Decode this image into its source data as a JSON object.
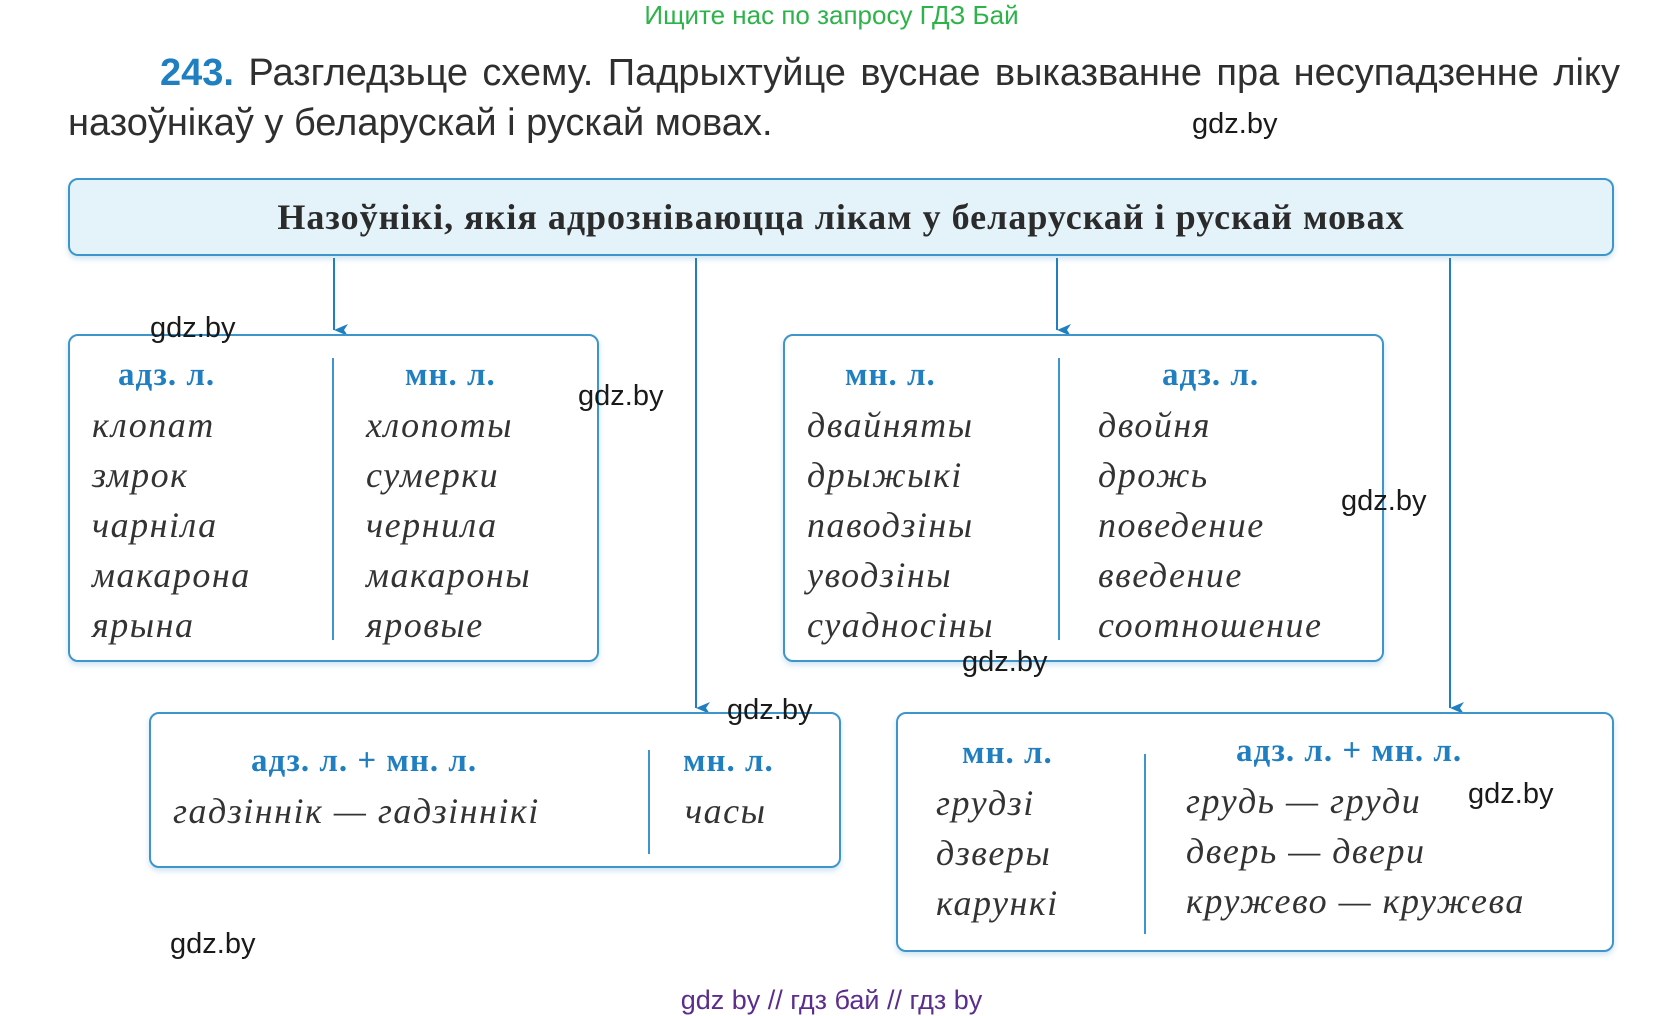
{
  "banner": "Ищите нас по запросу ГДЗ Бай",
  "task": {
    "number": "243.",
    "text": "Разгледзьце схему. Падрыхтуйце вуснае выказванне пра несупадзенне ліку назоўнікаў у беларускай і рускай мовах."
  },
  "header_title": "Назоўнікі, якія адрозніваюцца лікам у беларускай і рускай мовах",
  "box1": {
    "left_head": "адз. л.",
    "right_head": "мн. л.",
    "left_words": [
      "клопат",
      "змрок",
      "чарніла",
      "макарона",
      "ярына"
    ],
    "right_words": [
      "хлопоты",
      "сумерки",
      "чернила",
      "макароны",
      "яровые"
    ]
  },
  "box2": {
    "left_head": "мн. л.",
    "right_head": "адз. л.",
    "left_words": [
      "двайняты",
      "дрыжыкі",
      "паводзіны",
      "уводзіны",
      "суадносіны"
    ],
    "right_words": [
      "двойня",
      "дрожь",
      "поведение",
      "введение",
      "соотношение"
    ]
  },
  "box3": {
    "left_head": "адз. л. + мн. л.",
    "right_head": "мн. л.",
    "left_words": [
      "гадзіннік — гадзіннікі"
    ],
    "right_words": [
      "часы"
    ]
  },
  "box4": {
    "left_head": "мн. л.",
    "right_head": "адз. л. + мн. л.",
    "left_words": [
      "грудзі",
      "дзверы",
      "карункі"
    ],
    "right_words": [
      "грудь — груди",
      "дверь — двери",
      "кружево — кружева"
    ]
  },
  "watermarks": [
    "gdz.by",
    "gdz.by",
    "gdz.by",
    "gdz.by",
    "gdz.by",
    "gdz.by",
    "gdz.by",
    "gdz.by"
  ],
  "footer": "gdz by  //  гдз бай  //  гдз by",
  "colors": {
    "accent": "#1f7fc1",
    "border": "#3e95cc",
    "header_bg": "#e4f3fa",
    "banner": "#2db34a",
    "footer": "#5b2d8c"
  }
}
